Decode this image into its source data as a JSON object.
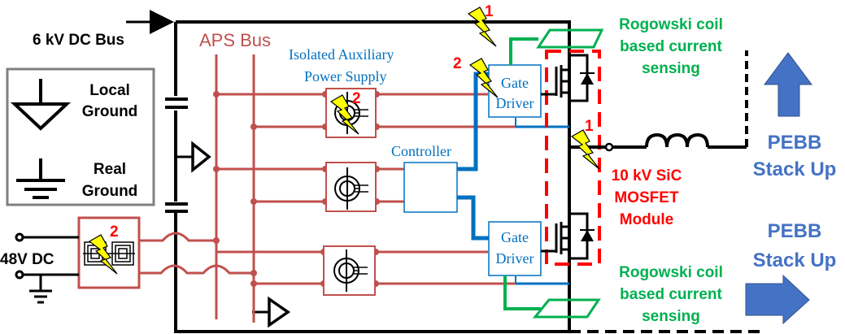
{
  "colors": {
    "black": "#000000",
    "aps_red": "#c0504d",
    "blue": "#0070c0",
    "green": "#00b050",
    "module_red": "#ff0000",
    "arrow_blue": "#4472c4",
    "legend_gray": "#808080",
    "bolt_yellow": "#ffff00"
  },
  "labels": {
    "dc_bus": "6 kV DC Bus",
    "aps_bus": "APS Bus",
    "isolated_aps_line1": "Isolated Auxiliary",
    "isolated_aps_line2": "Power Supply",
    "controller": "Controller",
    "gate_driver_top_line1": "Gate",
    "gate_driver_top_line2": "Driver",
    "gate_driver_bottom_line1": "Gate",
    "gate_driver_bottom_line2": "Driver",
    "input_48v": "48V DC",
    "rogowski_top_line1": "Rogowski coil",
    "rogowski_top_line2": "based current",
    "rogowski_top_line3": "sensing",
    "rogowski_bottom_line1": "Rogowski coil",
    "rogowski_bottom_line2": "based current",
    "rogowski_bottom_line3": "sensing",
    "module_line1": "10 kV SiC",
    "module_line2": "MOSFET",
    "module_line3": "Module",
    "pebb_top_line1": "PEBB",
    "pebb_top_line2": "Stack Up",
    "pebb_bottom_line1": "PEBB",
    "pebb_bottom_line2": "Stack Up"
  },
  "legend": {
    "local_ground_line1": "Local",
    "local_ground_line2": "Ground",
    "real_ground_line1": "Real",
    "real_ground_line2": "Ground"
  },
  "markers": {
    "bolt_top_dc": "1",
    "bolt_gate_driver": "2",
    "bolt_aps": "2",
    "bolt_input": "2",
    "bolt_midpoint": "1"
  },
  "icons": [
    "lightning-bolt-icon",
    "ground-icon",
    "capacitor-icon",
    "transformer-icon",
    "mosfet-icon",
    "diode-icon",
    "inductor-icon",
    "arrow-up-icon",
    "arrow-right-icon"
  ]
}
